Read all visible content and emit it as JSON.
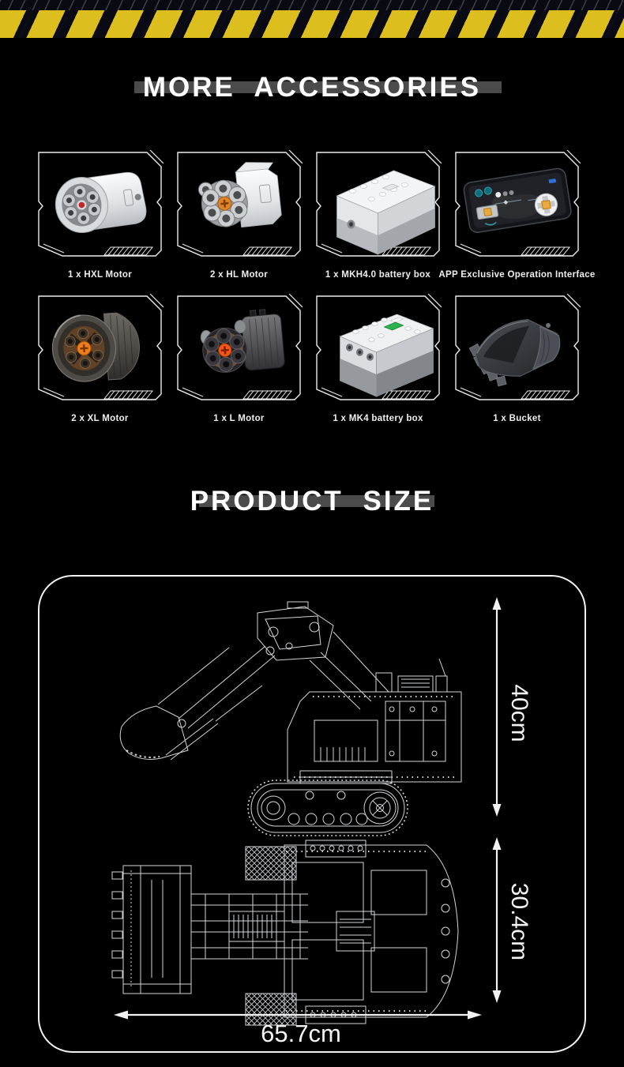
{
  "accessories_section": {
    "title": "MORE ACCESSORIES",
    "items": [
      {
        "label": "1 x HXL Motor",
        "image": "hxl-motor-image"
      },
      {
        "label": "2 x HL Motor",
        "image": "hl-motor-image"
      },
      {
        "label": "1 x MKH4.0 battery box",
        "image": "mkh40-battery-box-image"
      },
      {
        "label": "APP Exclusive Operation Interface",
        "image": "app-operation-interface-image"
      },
      {
        "label": "2 x XL Motor",
        "image": "xl-motor-image"
      },
      {
        "label": "1 x L Motor",
        "image": "l-motor-image"
      },
      {
        "label": "1 x MK4 battery box",
        "image": "mk4-battery-box-image"
      },
      {
        "label": "1 x Bucket",
        "image": "bucket-image"
      }
    ]
  },
  "product_size_section": {
    "title": "PRODUCT SIZE",
    "dimensions": {
      "height": "40cm",
      "top_view_width": "30.4cm",
      "length": "65.7cm"
    }
  },
  "colors": {
    "background": "#000000",
    "hazard_yellow": "#dcbf1f",
    "hazard_dark": "#0b0b15",
    "title_bar_gray": "#4b4b4b",
    "frame_white": "#ececec",
    "blueprint_line": "#e4e7ea"
  }
}
